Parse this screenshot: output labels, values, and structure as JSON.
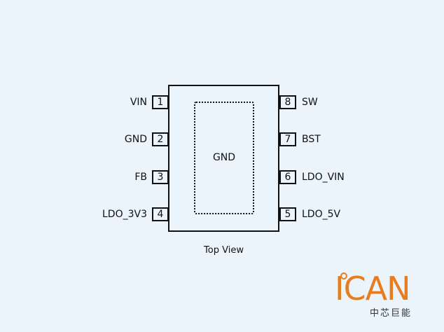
{
  "package": {
    "center_pad_label": "GND",
    "caption": "Top View"
  },
  "pins_left": [
    {
      "number": "1",
      "signal": "VIN"
    },
    {
      "number": "2",
      "signal": "GND"
    },
    {
      "number": "3",
      "signal": "FB"
    },
    {
      "number": "4",
      "signal": "LDO_3V3"
    }
  ],
  "pins_right": [
    {
      "number": "8",
      "signal": "SW"
    },
    {
      "number": "7",
      "signal": "BST"
    },
    {
      "number": "6",
      "signal": "LDO_VIN"
    },
    {
      "number": "5",
      "signal": "LDO_5V"
    }
  ],
  "logo": {
    "text": "ICAN",
    "subtext": "中芯巨能",
    "color": "#E87D1E"
  }
}
